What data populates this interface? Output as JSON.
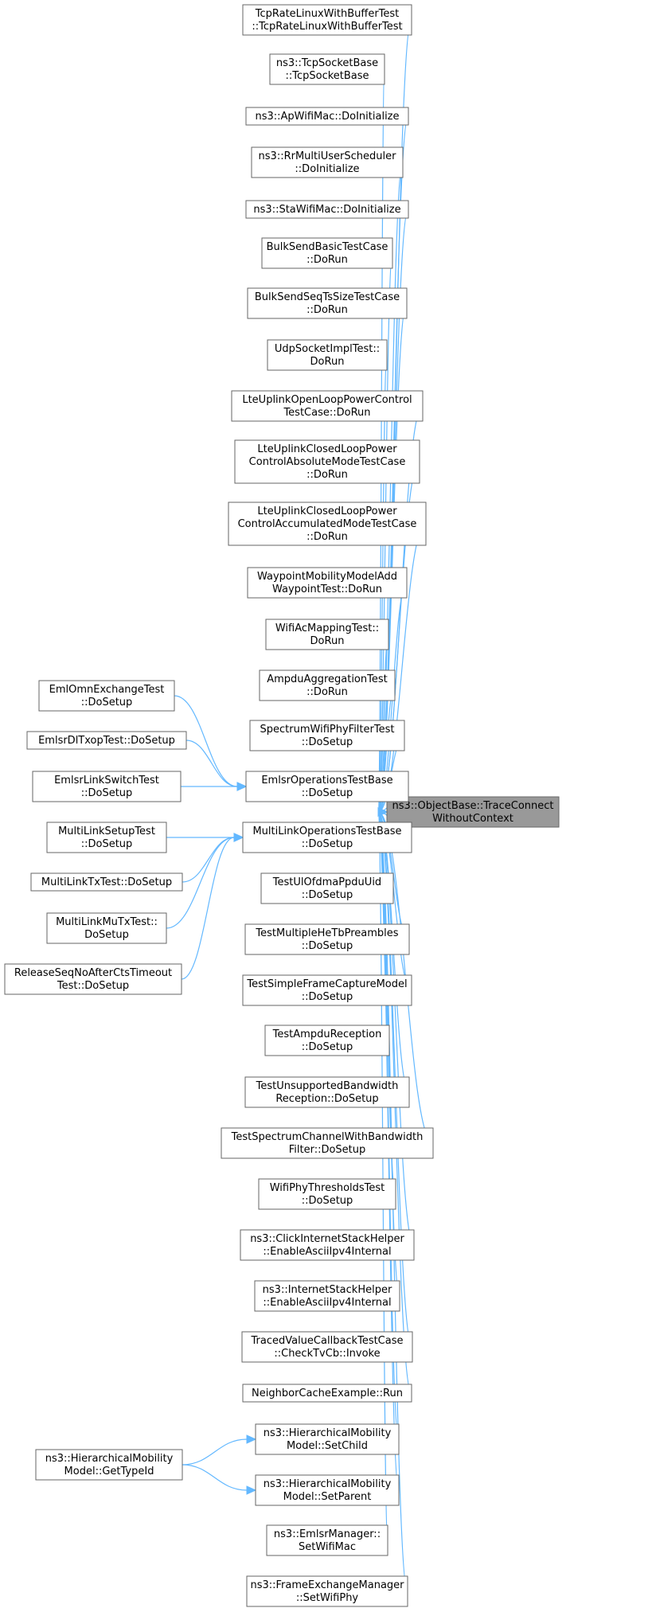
{
  "target": {
    "id": "t",
    "lines": [
      "ns3::ObjectBase::TraceConnect",
      "WithoutContext"
    ]
  },
  "callers": [
    {
      "id": "n1",
      "lines": [
        "TcpRateLinuxWithBufferTest",
        "::TcpRateLinuxWithBufferTest"
      ]
    },
    {
      "id": "n2",
      "lines": [
        "ns3::TcpSocketBase",
        "::TcpSocketBase"
      ]
    },
    {
      "id": "n3",
      "lines": [
        "ns3::ApWifiMac::DoInitialize"
      ]
    },
    {
      "id": "n4",
      "lines": [
        "ns3::RrMultiUserScheduler",
        "::DoInitialize"
      ]
    },
    {
      "id": "n5",
      "lines": [
        "ns3::StaWifiMac::DoInitialize"
      ]
    },
    {
      "id": "n6",
      "lines": [
        "BulkSendBasicTestCase",
        "::DoRun"
      ]
    },
    {
      "id": "n7",
      "lines": [
        "BulkSendSeqTsSizeTestCase",
        "::DoRun"
      ]
    },
    {
      "id": "n8",
      "lines": [
        "UdpSocketImplTest::",
        "DoRun"
      ]
    },
    {
      "id": "n9",
      "lines": [
        "LteUplinkOpenLoopPowerControl",
        "TestCase::DoRun"
      ]
    },
    {
      "id": "n10",
      "lines": [
        "LteUplinkClosedLoopPower",
        "ControlAbsoluteModeTestCase",
        "::DoRun"
      ]
    },
    {
      "id": "n11",
      "lines": [
        "LteUplinkClosedLoopPower",
        "ControlAccumulatedModeTestCase",
        "::DoRun"
      ]
    },
    {
      "id": "n12",
      "lines": [
        "WaypointMobilityModelAdd",
        "WaypointTest::DoRun"
      ]
    },
    {
      "id": "n13",
      "lines": [
        "WifiAcMappingTest::",
        "DoRun"
      ]
    },
    {
      "id": "n14",
      "lines": [
        "AmpduAggregationTest",
        "::DoRun"
      ]
    },
    {
      "id": "n15",
      "lines": [
        "SpectrumWifiPhyFilterTest",
        "::DoSetup"
      ]
    },
    {
      "id": "n16",
      "lines": [
        "EmlsrOperationsTestBase",
        "::DoSetup"
      ]
    },
    {
      "id": "n17",
      "lines": [
        "MultiLinkOperationsTestBase",
        "::DoSetup"
      ]
    },
    {
      "id": "n18",
      "lines": [
        "TestUlOfdmaPpduUid",
        "::DoSetup"
      ]
    },
    {
      "id": "n19",
      "lines": [
        "TestMultipleHeTbPreambles",
        "::DoSetup"
      ]
    },
    {
      "id": "n20",
      "lines": [
        "TestSimpleFrameCaptureModel",
        "::DoSetup"
      ]
    },
    {
      "id": "n21",
      "lines": [
        "TestAmpduReception",
        "::DoSetup"
      ]
    },
    {
      "id": "n22",
      "lines": [
        "TestUnsupportedBandwidth",
        "Reception::DoSetup"
      ]
    },
    {
      "id": "n23",
      "lines": [
        "TestSpectrumChannelWithBandwidth",
        "Filter::DoSetup"
      ]
    },
    {
      "id": "n24",
      "lines": [
        "WifiPhyThresholdsTest",
        "::DoSetup"
      ]
    },
    {
      "id": "n25",
      "lines": [
        "ns3::ClickInternetStackHelper",
        "::EnableAsciiIpv4Internal"
      ]
    },
    {
      "id": "n26",
      "lines": [
        "ns3::InternetStackHelper",
        "::EnableAsciiIpv4Internal"
      ]
    },
    {
      "id": "n27",
      "lines": [
        "TracedValueCallbackTestCase",
        "::CheckTvCb::Invoke"
      ]
    },
    {
      "id": "n28",
      "lines": [
        "NeighborCacheExample::Run"
      ]
    },
    {
      "id": "n29",
      "lines": [
        "ns3::HierarchicalMobility",
        "Model::SetChild"
      ]
    },
    {
      "id": "n30",
      "lines": [
        "ns3::HierarchicalMobility",
        "Model::SetParent"
      ]
    },
    {
      "id": "n31",
      "lines": [
        "ns3::EmlsrManager::",
        "SetWifiMac"
      ]
    },
    {
      "id": "n32",
      "lines": [
        "ns3::FrameExchangeManager",
        "::SetWifiPhy"
      ]
    }
  ],
  "outer": [
    {
      "id": "o1",
      "lines": [
        "EmlOmnExchangeTest",
        "::DoSetup"
      ]
    },
    {
      "id": "o2",
      "lines": [
        "EmlsrDlTxopTest::DoSetup"
      ]
    },
    {
      "id": "o3",
      "lines": [
        "EmlsrLinkSwitchTest",
        "::DoSetup"
      ]
    },
    {
      "id": "o4",
      "lines": [
        "MultiLinkSetupTest",
        "::DoSetup"
      ]
    },
    {
      "id": "o5",
      "lines": [
        "MultiLinkTxTest::DoSetup"
      ]
    },
    {
      "id": "o6",
      "lines": [
        "MultiLinkMuTxTest::",
        "DoSetup"
      ]
    },
    {
      "id": "o7",
      "lines": [
        "ReleaseSeqNoAfterCtsTimeout",
        "Test::DoSetup"
      ]
    },
    {
      "id": "o8",
      "lines": [
        "ns3::HierarchicalMobility",
        "Model::GetTypeId"
      ]
    }
  ],
  "edges": [
    [
      "n1",
      "t"
    ],
    [
      "n2",
      "t"
    ],
    [
      "n3",
      "t"
    ],
    [
      "n4",
      "t"
    ],
    [
      "n5",
      "t"
    ],
    [
      "n6",
      "t"
    ],
    [
      "n7",
      "t"
    ],
    [
      "n8",
      "t"
    ],
    [
      "n9",
      "t"
    ],
    [
      "n10",
      "t"
    ],
    [
      "n11",
      "t"
    ],
    [
      "n12",
      "t"
    ],
    [
      "n13",
      "t"
    ],
    [
      "n14",
      "t"
    ],
    [
      "n15",
      "t"
    ],
    [
      "n16",
      "t"
    ],
    [
      "n17",
      "t"
    ],
    [
      "n18",
      "t"
    ],
    [
      "n19",
      "t"
    ],
    [
      "n20",
      "t"
    ],
    [
      "n21",
      "t"
    ],
    [
      "n22",
      "t"
    ],
    [
      "n23",
      "t"
    ],
    [
      "n24",
      "t"
    ],
    [
      "n25",
      "t"
    ],
    [
      "n26",
      "t"
    ],
    [
      "n27",
      "t"
    ],
    [
      "n28",
      "t"
    ],
    [
      "n29",
      "t"
    ],
    [
      "n30",
      "t"
    ],
    [
      "n31",
      "t"
    ],
    [
      "n32",
      "t"
    ],
    [
      "o1",
      "n16"
    ],
    [
      "o2",
      "n16"
    ],
    [
      "o3",
      "n16"
    ],
    [
      "o4",
      "n17"
    ],
    [
      "o5",
      "n17"
    ],
    [
      "o6",
      "n17"
    ],
    [
      "o7",
      "n17"
    ],
    [
      "o8",
      "n29"
    ],
    [
      "o8",
      "n30"
    ]
  ]
}
